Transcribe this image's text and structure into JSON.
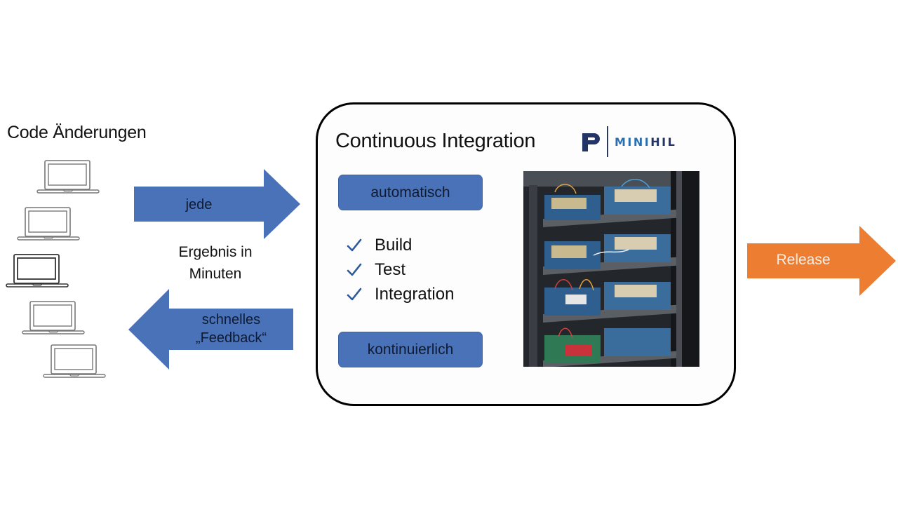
{
  "left_panel": {
    "heading": "Code Änderungen",
    "devices": [
      {
        "icon": "laptop-icon"
      },
      {
        "icon": "laptop-icon"
      },
      {
        "icon": "laptop-icon"
      },
      {
        "icon": "laptop-icon"
      },
      {
        "icon": "laptop-icon"
      }
    ]
  },
  "flow": {
    "forward_arrow": {
      "label": "jede",
      "color": "#4a72b8"
    },
    "middle_text": [
      "Ergebnis in",
      "Minuten"
    ],
    "back_arrow": {
      "label_lines": [
        "schnelles",
        "„Feedback“"
      ],
      "color": "#4a72b8"
    }
  },
  "ci_box": {
    "title": "Continuous Integration",
    "logo": {
      "mark": "P",
      "text_part1": "MINI",
      "text_part2": "HIL"
    },
    "pills": {
      "top": "automatisch",
      "bottom": "kontinuierlich"
    },
    "checklist": [
      {
        "icon": "checkmark-icon",
        "label": "Build"
      },
      {
        "icon": "checkmark-icon",
        "label": "Test"
      },
      {
        "icon": "checkmark-icon",
        "label": "Integration"
      }
    ],
    "image": {
      "description": "Server rack with hardware-in-the-loop test boards"
    }
  },
  "release_arrow": {
    "label": "Release",
    "color": "#ed7d31"
  },
  "colors": {
    "blue_accent": "#4a72b8",
    "orange_accent": "#ed7d31",
    "logo_navy": "#233566",
    "logo_blue": "#2a6fb0",
    "check_blue": "#2e5a9a"
  }
}
